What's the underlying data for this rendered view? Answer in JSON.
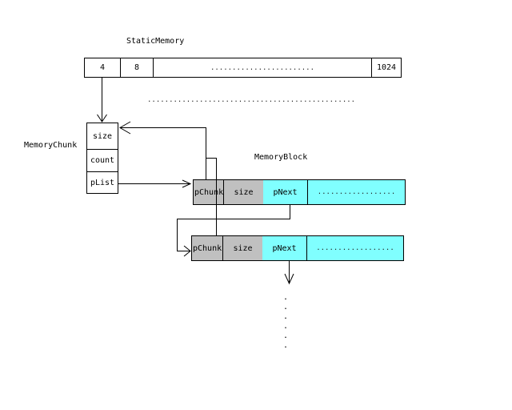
{
  "static_memory": {
    "title": "StaticMemory",
    "cells": [
      "4",
      "8",
      "........................",
      "1024"
    ],
    "continuation_dots": "................................................"
  },
  "memory_chunk": {
    "title": "MemoryChunk",
    "fields": [
      "size",
      "count",
      "pList"
    ]
  },
  "memory_block": {
    "title": "MemoryBlock",
    "blocks": [
      {
        "fields": [
          "pChunk",
          "size",
          "pNext",
          ".................."
        ]
      },
      {
        "fields": [
          "pChunk",
          "size",
          "pNext",
          ".................."
        ]
      }
    ],
    "colors": {
      "header": "#c0c0c0",
      "body": "#80ffff"
    },
    "vertical_dots": [
      ".",
      ".",
      ".",
      ".",
      ".",
      "."
    ]
  }
}
